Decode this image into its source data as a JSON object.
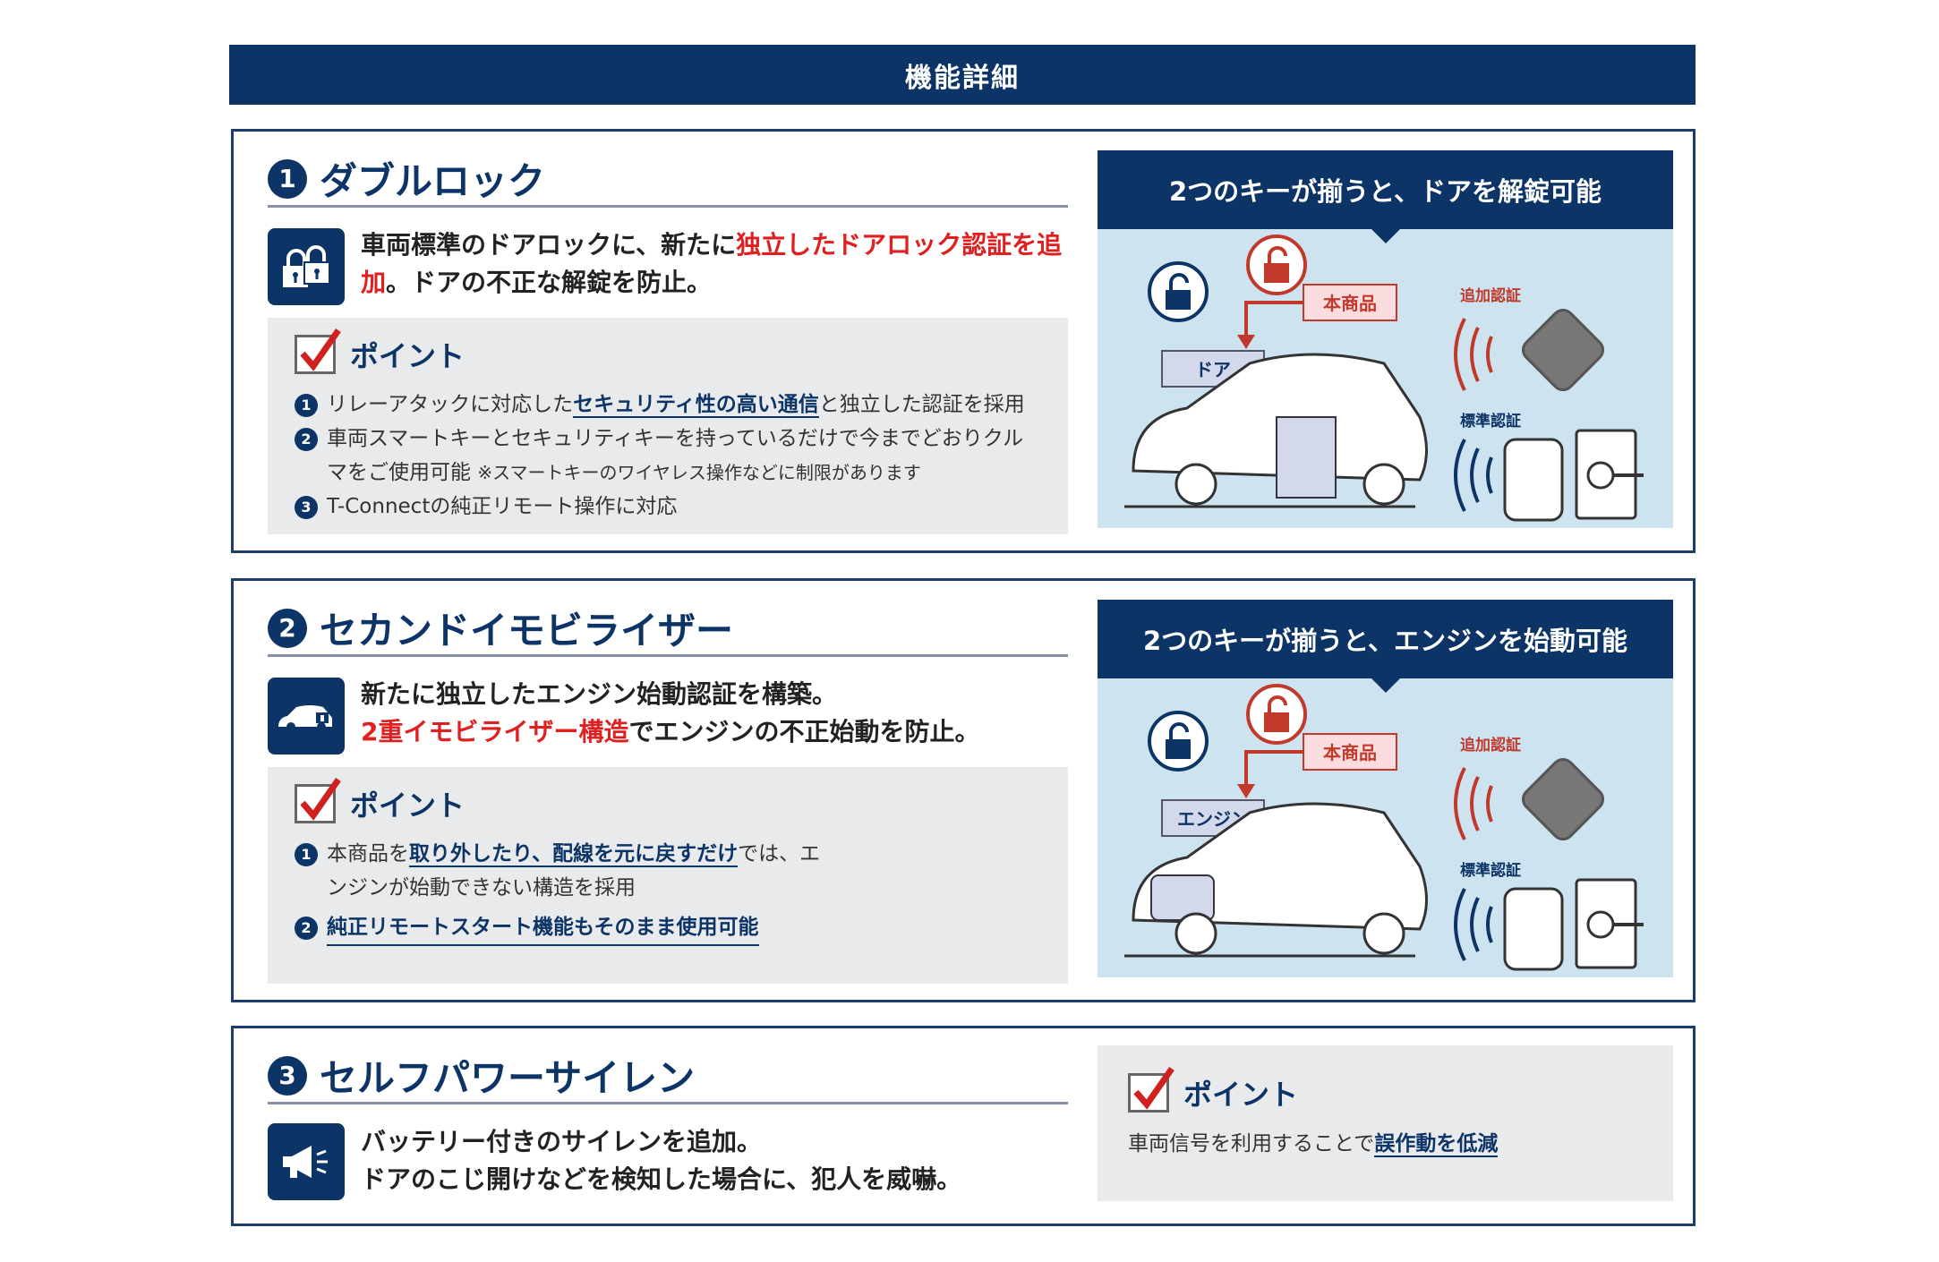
{
  "header": {
    "title": "機能詳細"
  },
  "sections": [
    {
      "num": "1",
      "title": "ダブルロック",
      "lead_a": "車両標準のドアロックに、新たに",
      "lead_red": "独立したドアロック認証を追加",
      "lead_b": "。ドアの不正な解錠を防止。",
      "point_label": "ポイント",
      "points": [
        {
          "n": "1",
          "a": "リレーアタックに対応した",
          "u": "セキュリティ性の高い通信",
          "b": "と独立した認証を採用"
        },
        {
          "n": "2",
          "a": "車両スマートキーとセキュリティキーを持っているだけで今までどおりクルマをご使用可能",
          "note": "※スマートキーのワイヤレス操作などに制限があります"
        },
        {
          "n": "3",
          "a": "T-Connectの純正リモート操作に対応"
        }
      ],
      "panel": {
        "title": "2つのキーが揃うと、ドアを解錠可能",
        "product": "本商品",
        "target": "ドア",
        "extra_auth": "追加認証",
        "std_auth": "標準認証"
      }
    },
    {
      "num": "2",
      "title": "セカンドイモビライザー",
      "lead_a": "新たに独立したエンジン始動認証を構築。",
      "lead_red": "2重イモビライザー構造",
      "lead_b": "でエンジンの不正始動を防止。",
      "point_label": "ポイント",
      "points": [
        {
          "n": "1",
          "a": "本商品を",
          "u": "取り外したり、配線を元に戻すだけ",
          "b": "では、エンジンが始動できない構造を採用"
        },
        {
          "n": "2",
          "u": "純正リモートスタート機能もそのまま使用可能"
        }
      ],
      "panel": {
        "title": "2つのキーが揃うと、エンジンを始動可能",
        "product": "本商品",
        "target": "エンジン",
        "extra_auth": "追加認証",
        "std_auth": "標準認証"
      }
    },
    {
      "num": "3",
      "title": "セルフパワーサイレン",
      "lead_a": "バッテリー付きのサイレンを追加。",
      "lead_b": "ドアのこじ開けなどを検知した場合に、犯人を威嚇。",
      "point_label": "ポイント",
      "point_a": "車両信号を利用することで",
      "point_u": "誤作動を低減"
    }
  ],
  "colors": {
    "navy": "#0d3466",
    "red": "#e02020",
    "panel": "#cde4f0",
    "gray": "#e9eaec"
  }
}
